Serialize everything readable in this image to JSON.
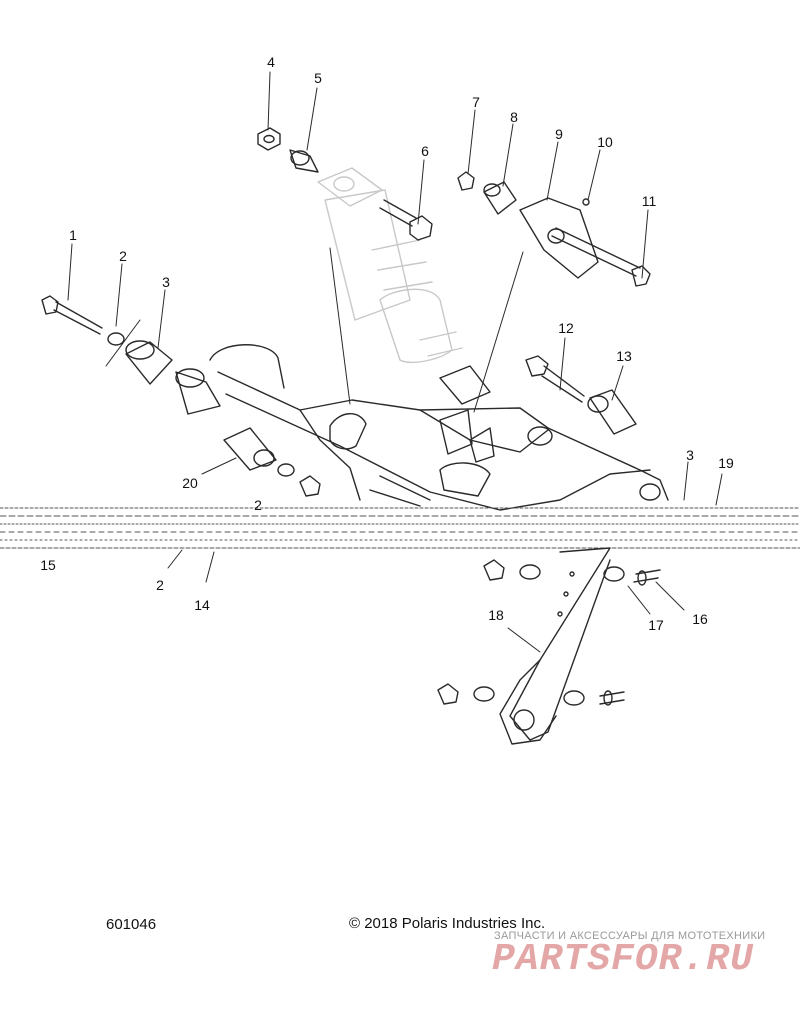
{
  "callouts": [
    {
      "id": "c1",
      "text": "1"
    },
    {
      "id": "c2a",
      "text": "2"
    },
    {
      "id": "c3a",
      "text": "3"
    },
    {
      "id": "c4",
      "text": "4"
    },
    {
      "id": "c5",
      "text": "5"
    },
    {
      "id": "c6",
      "text": "6"
    },
    {
      "id": "c7",
      "text": "7"
    },
    {
      "id": "c8",
      "text": "8"
    },
    {
      "id": "c9",
      "text": "9"
    },
    {
      "id": "c10",
      "text": "10"
    },
    {
      "id": "c11",
      "text": "11"
    },
    {
      "id": "c12",
      "text": "12"
    },
    {
      "id": "c13",
      "text": "13"
    },
    {
      "id": "c3b",
      "text": "3"
    },
    {
      "id": "c19",
      "text": "19"
    },
    {
      "id": "c20",
      "text": "20"
    },
    {
      "id": "c2b",
      "text": "2"
    },
    {
      "id": "c15",
      "text": "15"
    },
    {
      "id": "c2c",
      "text": "2"
    },
    {
      "id": "c14",
      "text": "14"
    },
    {
      "id": "c16",
      "text": "16"
    },
    {
      "id": "c17",
      "text": "17"
    },
    {
      "id": "c18",
      "text": "18"
    }
  ],
  "footer": {
    "diagram_id": "601046",
    "copyright": "© 2018 Polaris Industries Inc.",
    "watermark_caption": "ЗАПЧАСТИ И АКСЕССУАРЫ ДЛЯ МОТОТЕХНИКИ",
    "watermark_logo": "PARTSFOR.RU"
  },
  "colors": {
    "line": "#2a2a2a",
    "faded": "#c8c8c8",
    "watermark": "#e4a7a7"
  }
}
